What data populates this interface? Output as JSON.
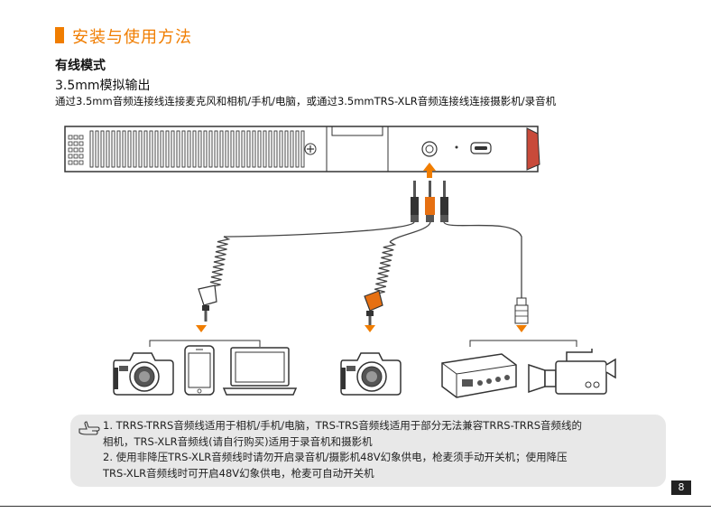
{
  "section": {
    "title": "安装与使用方法",
    "subtitle": "有线模式",
    "heading": "3.5mm模拟输出",
    "description": "通过3.5mm音频连接线连接麦克风和相机/手机/电脑，或通过3.5mmTRS-XLR音频连接线连接摄影机/录音机"
  },
  "notes": {
    "line1": "1. TRRS-TRRS音频线适用于相机/手机/电脑，TRS-TRS音频线适用于部分无法兼容TRRS-TRRS音频线的",
    "line2": "相机，TRS-XLR音频线(请自行购买)适用于录音机和摄影机",
    "line3": "2. 使用非降压TRS-XLR音频线时请勿开启录音机/摄影机48V幻象供电，枪麦须手动开关机；使用降压",
    "line4": "TRS-XLR音频线时可开启48V幻象供电，枪麦可自动开关机"
  },
  "page_number": "8",
  "colors": {
    "accent": "#f07d00",
    "note_bg": "#e8e8e8"
  },
  "icons": [
    "pointing-hand-icon",
    "camera-icon",
    "phone-icon",
    "laptop-icon",
    "recorder-icon",
    "camcorder-icon"
  ]
}
